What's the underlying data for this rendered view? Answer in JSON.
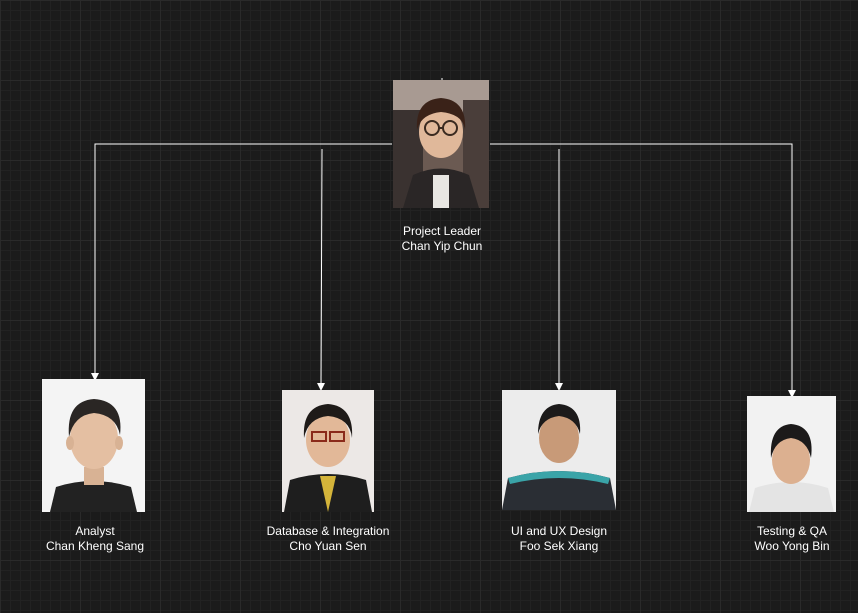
{
  "leader": {
    "role": "Project Leader",
    "name": "Chan Yip Chun"
  },
  "members": [
    {
      "role": "Analyst",
      "name": "Chan Kheng Sang"
    },
    {
      "role": "Database & Integration",
      "name": "Cho Yuan Sen"
    },
    {
      "role": "UI and UX Design",
      "name": "Foo Sek Xiang"
    },
    {
      "role": "Testing & QA",
      "name": "Woo Yong Bin"
    }
  ],
  "colors": {
    "background": "#1b1b1b",
    "connector": "#ffffff",
    "text": "#ffffff"
  }
}
